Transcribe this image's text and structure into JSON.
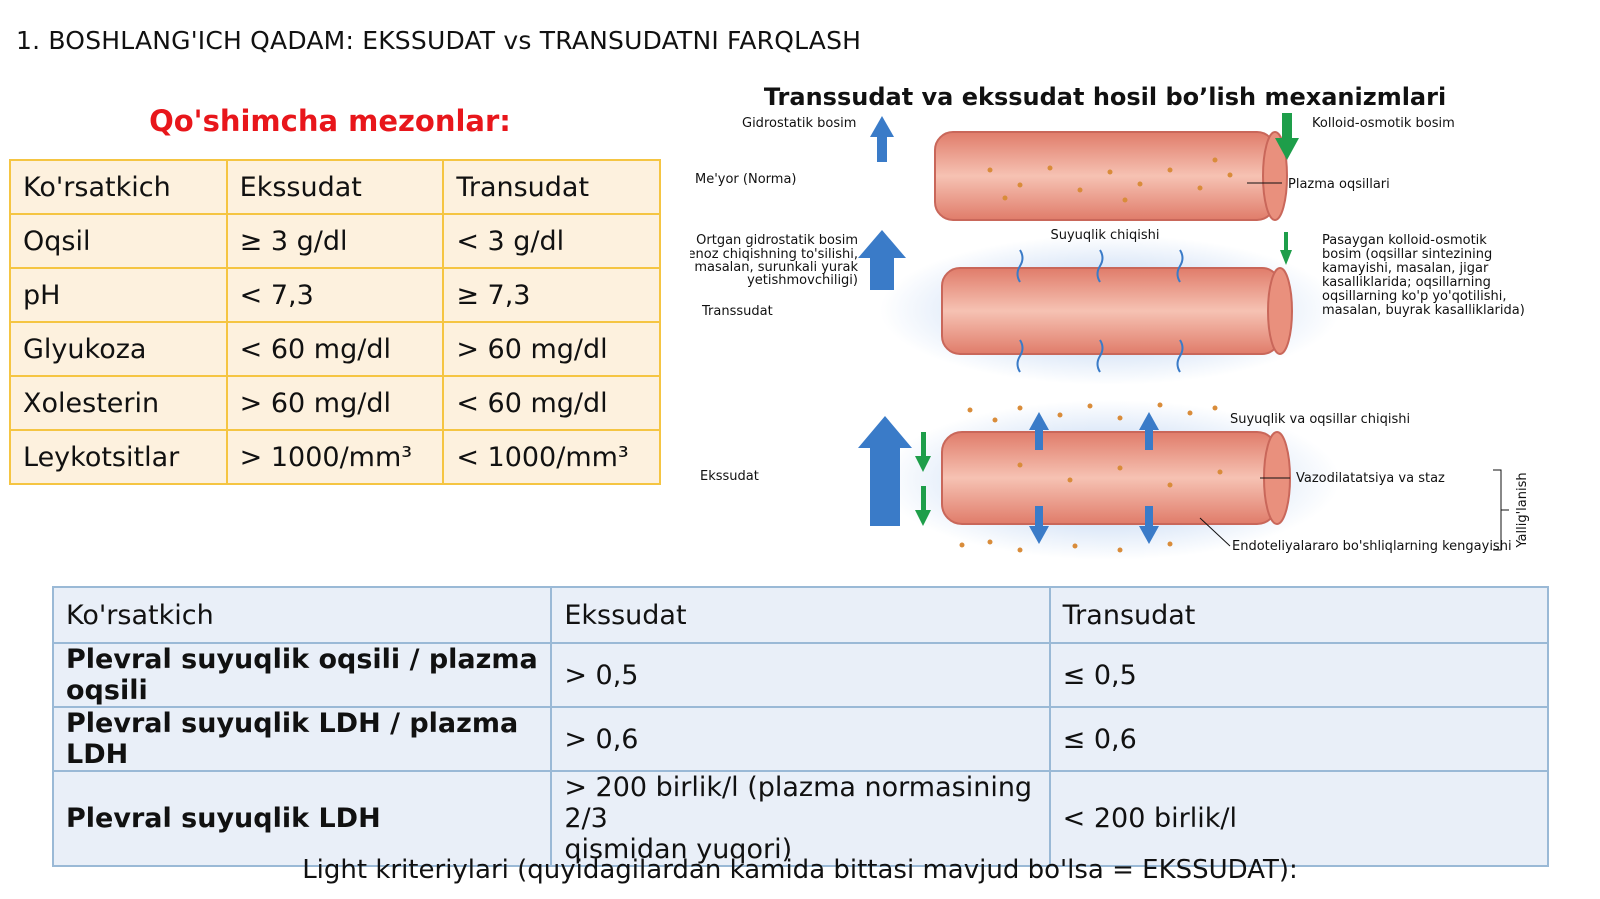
{
  "slide": {
    "title": "1. BOSHLANG'ICH QADAM: EKSSUDAT vs TRANSUDATNI FARQLASH",
    "sub_heading": "Qo'shimcha mezonlar:",
    "footer": "Light kriteriylari (quyidagilardan kamida bittasi mavjud bo'lsa = EKSSUDAT):"
  },
  "table1": {
    "rows": [
      [
        "Ko'rsatkich",
        "Ekssudat",
        "Transudat"
      ],
      [
        "Oqsil",
        "≥ 3 g/dl",
        "< 3 g/dl"
      ],
      [
        "pH",
        "< 7,3",
        "≥ 7,3"
      ],
      [
        "Glyukoza",
        "< 60 mg/dl",
        "> 60 mg/dl"
      ],
      [
        "Xolesterin",
        "> 60 mg/dl",
        "< 60 mg/dl"
      ],
      [
        "Leykotsitlar",
        "> 1000/mm³",
        "< 1000/mm³"
      ]
    ]
  },
  "table2": {
    "rows": [
      [
        "Ko'rsatkich",
        "Ekssudat",
        "Transudat"
      ],
      [
        "Plevral suyuqlik oqsili / plazma oqsili",
        "> 0,5",
        "≤ 0,5"
      ],
      [
        "Plevral suyuqlik LDH / plazma LDH",
        "> 0,6",
        "≤ 0,6"
      ],
      [
        "Plevral suyuqlik LDH",
        "> 200 birlik/l (plazma normasining 2/3",
        "< 200 birlik/l"
      ]
    ],
    "row3_ekssudat_line2": "qismidan yuqori)"
  },
  "diagram": {
    "title": "Transsudat va ekssudat hosil bo’lish mexanizmlari",
    "labels": {
      "gidrostatik": "Gidrostatik bosim",
      "kolloid": "Kolloid-osmotik bosim",
      "norma": "Me'yor (Norma)",
      "plazma_oqsillari": "Plazma oqsillari",
      "suyuqlik_chiqishi": "Suyuqlik chiqishi",
      "ortgan": [
        "Ortgan gidrostatik bosim",
        "(venoz chiqishning to'silishi,",
        "masalan, surunkali yurak",
        "yetishmovchiligi)"
      ],
      "transsudat": "Transsudat",
      "pasaygan": [
        "Pasaygan kolloid-osmotik",
        "bosim (oqsillar sintezining",
        "kamayishi, masalan, jigar",
        "kasalliklarida; oqsillarning",
        "oqsillarning ko'p yo'qotilishi,",
        "masalan, buyrak kasalliklarida)"
      ],
      "suyuqlik_oqsillar": "Suyuqlik va oqsillar chiqishi",
      "vazodilatatsiya": "Vazodilatatsiya va staz",
      "ekssudat": "Ekssudat",
      "endoteliy": "Endoteliyalararo bo'shliqlarning kengayishi",
      "yalliglanish": "Yallig'lanish"
    },
    "colors": {
      "vessel": "#e9907d",
      "arrow_blue": "#3a7bc8",
      "arrow_green": "#1e9e4a",
      "fluid": "#a9c6ee",
      "dot": "#d98c3a"
    }
  }
}
